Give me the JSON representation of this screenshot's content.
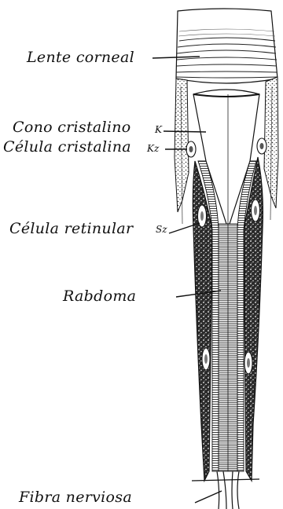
{
  "labels": {
    "lente_corneal": "Lente corneal",
    "cono_cristalino": "Cono cristalino",
    "celula_cristalina": "Célula cristalina",
    "celula_retinular": "Célula retinular",
    "rabdoma": "Rabdoma",
    "fibra_nerviosa": "Fibra nerviosa"
  },
  "markers": {
    "k": "K",
    "kz": "Kz",
    "sz": "Sz"
  }
}
